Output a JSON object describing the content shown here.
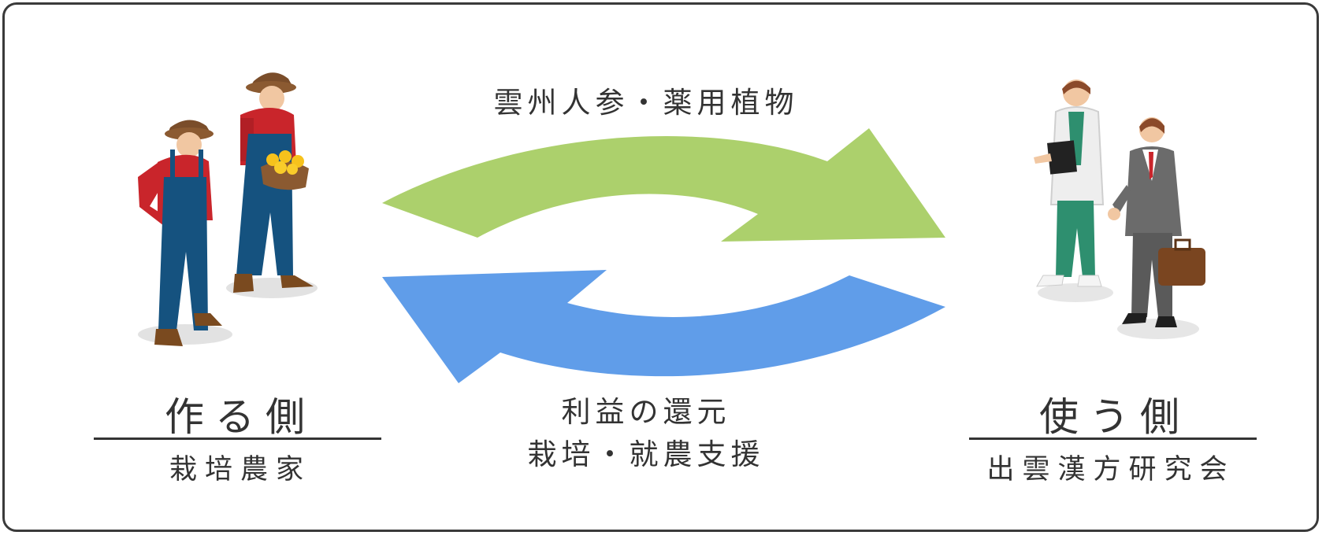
{
  "producer": {
    "title": "作る側",
    "subtitle": "栽培農家"
  },
  "consumer": {
    "title": "使う側",
    "subtitle": "出雲漢方研究会"
  },
  "flow_top_label": "雲州人参・薬用植物",
  "flow_bottom_label_1": "利益の還元",
  "flow_bottom_label_2": "栽培・就農支援",
  "colors": {
    "green_arrow": "#acd06c",
    "blue_arrow": "#609de9",
    "text": "#333333",
    "frame": "#3a3a3a"
  },
  "icons": [
    "farmer-left-icon",
    "farmer-right-icon",
    "doctor-icon",
    "businessman-icon"
  ]
}
